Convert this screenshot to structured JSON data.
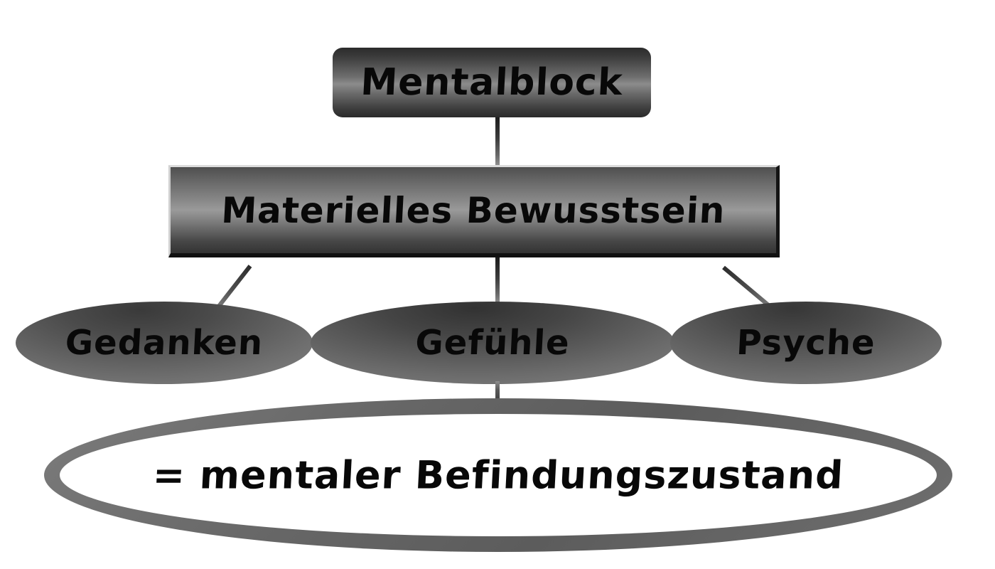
{
  "diagram": {
    "title": "Mentalblock concept map",
    "language": "de",
    "background_color": "#ffffff",
    "nodes": {
      "mentalblock": {
        "label": "Mentalblock",
        "shape": "rounded-rectangle",
        "fill": "gray-gradient"
      },
      "materielles_bewusstsein": {
        "label": "Materielles Bewusstsein",
        "shape": "rectangle",
        "fill": "gray-gradient"
      },
      "gedanken": {
        "label": "Gedanken",
        "shape": "ellipse",
        "fill": "gray-gradient"
      },
      "gefuehle": {
        "label": "Gefühle",
        "shape": "ellipse",
        "fill": "gray-gradient"
      },
      "psyche": {
        "label": "Psyche",
        "shape": "ellipse",
        "fill": "gray-gradient"
      },
      "befindungszustand": {
        "label": "= mentaler Befindungszustand",
        "shape": "ellipse-outline",
        "fill": "#ffffff",
        "stroke": "#6b6b6b"
      }
    },
    "connectors": [
      {
        "name": "mentalblock-to-materielles",
        "from": "mentalblock",
        "to": "materielles_bewusstsein",
        "style": "vertical-line"
      },
      {
        "name": "materielles-to-gedanken",
        "from": "materielles_bewusstsein",
        "to": "gedanken",
        "style": "diagonal-line"
      },
      {
        "name": "materielles-to-gefuehle",
        "from": "materielles_bewusstsein",
        "to": "gefuehle",
        "style": "vertical-line"
      },
      {
        "name": "materielles-to-psyche",
        "from": "materielles_bewusstsein",
        "to": "psyche",
        "style": "diagonal-line"
      },
      {
        "name": "gefuehle-to-befindungszustand",
        "from": "gefuehle",
        "to": "befindungszustand",
        "style": "vertical-line"
      }
    ],
    "colors": {
      "text": "#080808",
      "node_dark": "#2b2b2b",
      "node_light": "#9a9a9a",
      "ring": "#6b6b6b",
      "canvas": "#ffffff"
    }
  }
}
